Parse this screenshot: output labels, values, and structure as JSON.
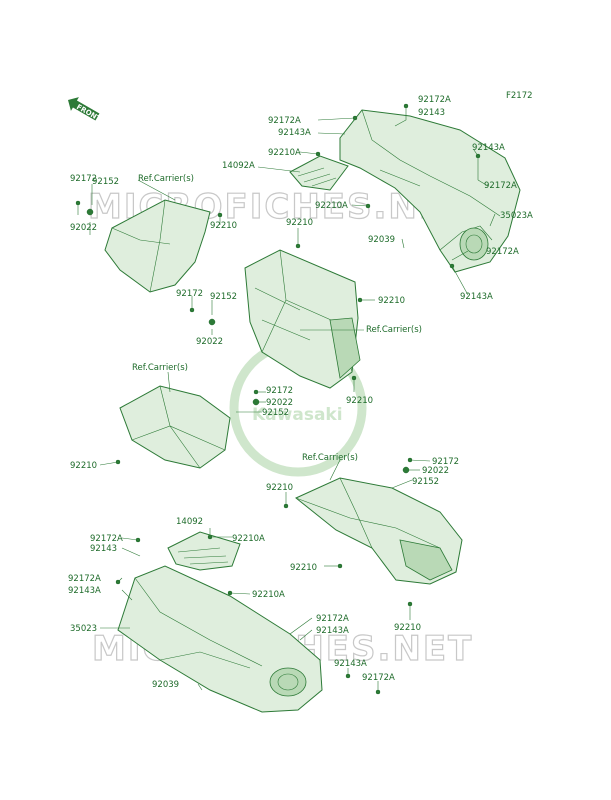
{
  "figure_code": "F2172",
  "front_label": "FRONT",
  "brand_logo": "Kawasaki",
  "watermarks": [
    "MICROFICHES.NET",
    "MICROFICHES.NET"
  ],
  "callouts": [
    {
      "id": "c1",
      "text": "92172A"
    },
    {
      "id": "c2",
      "text": "92143"
    },
    {
      "id": "c3",
      "text": "92172A"
    },
    {
      "id": "c4",
      "text": "92143A"
    },
    {
      "id": "c5",
      "text": "92210A"
    },
    {
      "id": "c6",
      "text": "14092A"
    },
    {
      "id": "c7",
      "text": "92143A"
    },
    {
      "id": "c8",
      "text": "92172A"
    },
    {
      "id": "c9",
      "text": "92210A"
    },
    {
      "id": "c10",
      "text": "35023A"
    },
    {
      "id": "c11",
      "text": "92039"
    },
    {
      "id": "c12",
      "text": "92172A"
    },
    {
      "id": "c13",
      "text": "92143A"
    },
    {
      "id": "c14",
      "text": "92172"
    },
    {
      "id": "c15",
      "text": "92152"
    },
    {
      "id": "c16",
      "text": "Ref.Carrier(s)"
    },
    {
      "id": "c17",
      "text": "92022"
    },
    {
      "id": "c18",
      "text": "92210"
    },
    {
      "id": "c19",
      "text": "92210"
    },
    {
      "id": "c20",
      "text": "92172"
    },
    {
      "id": "c21",
      "text": "92152"
    },
    {
      "id": "c22",
      "text": "92210"
    },
    {
      "id": "c23",
      "text": "92022"
    },
    {
      "id": "c24",
      "text": "Ref.Carrier(s)"
    },
    {
      "id": "c25",
      "text": "Ref.Carrier(s)"
    },
    {
      "id": "c26",
      "text": "92172"
    },
    {
      "id": "c27",
      "text": "92022"
    },
    {
      "id": "c28",
      "text": "92152"
    },
    {
      "id": "c29",
      "text": "92210"
    },
    {
      "id": "c30",
      "text": "92210"
    },
    {
      "id": "c31",
      "text": "Ref.Carrier(s)"
    },
    {
      "id": "c32",
      "text": "92172"
    },
    {
      "id": "c33",
      "text": "92022"
    },
    {
      "id": "c34",
      "text": "92210"
    },
    {
      "id": "c35",
      "text": "92152"
    },
    {
      "id": "c36",
      "text": "92210"
    },
    {
      "id": "c37",
      "text": "92210"
    },
    {
      "id": "c38",
      "text": "14092"
    },
    {
      "id": "c39",
      "text": "92172A"
    },
    {
      "id": "c40",
      "text": "92143"
    },
    {
      "id": "c41",
      "text": "92210A"
    },
    {
      "id": "c42",
      "text": "92172A"
    },
    {
      "id": "c43",
      "text": "92143A"
    },
    {
      "id": "c44",
      "text": "92210A"
    },
    {
      "id": "c45",
      "text": "92172A"
    },
    {
      "id": "c46",
      "text": "92143A"
    },
    {
      "id": "c47",
      "text": "35023"
    },
    {
      "id": "c48",
      "text": "92143A"
    },
    {
      "id": "c49",
      "text": "92039"
    },
    {
      "id": "c50",
      "text": "92172A"
    }
  ],
  "colors": {
    "line": "#2d7a37",
    "fill": "#dfeedd",
    "text": "#1e6b2a",
    "watermark": "#c8c8c8"
  }
}
